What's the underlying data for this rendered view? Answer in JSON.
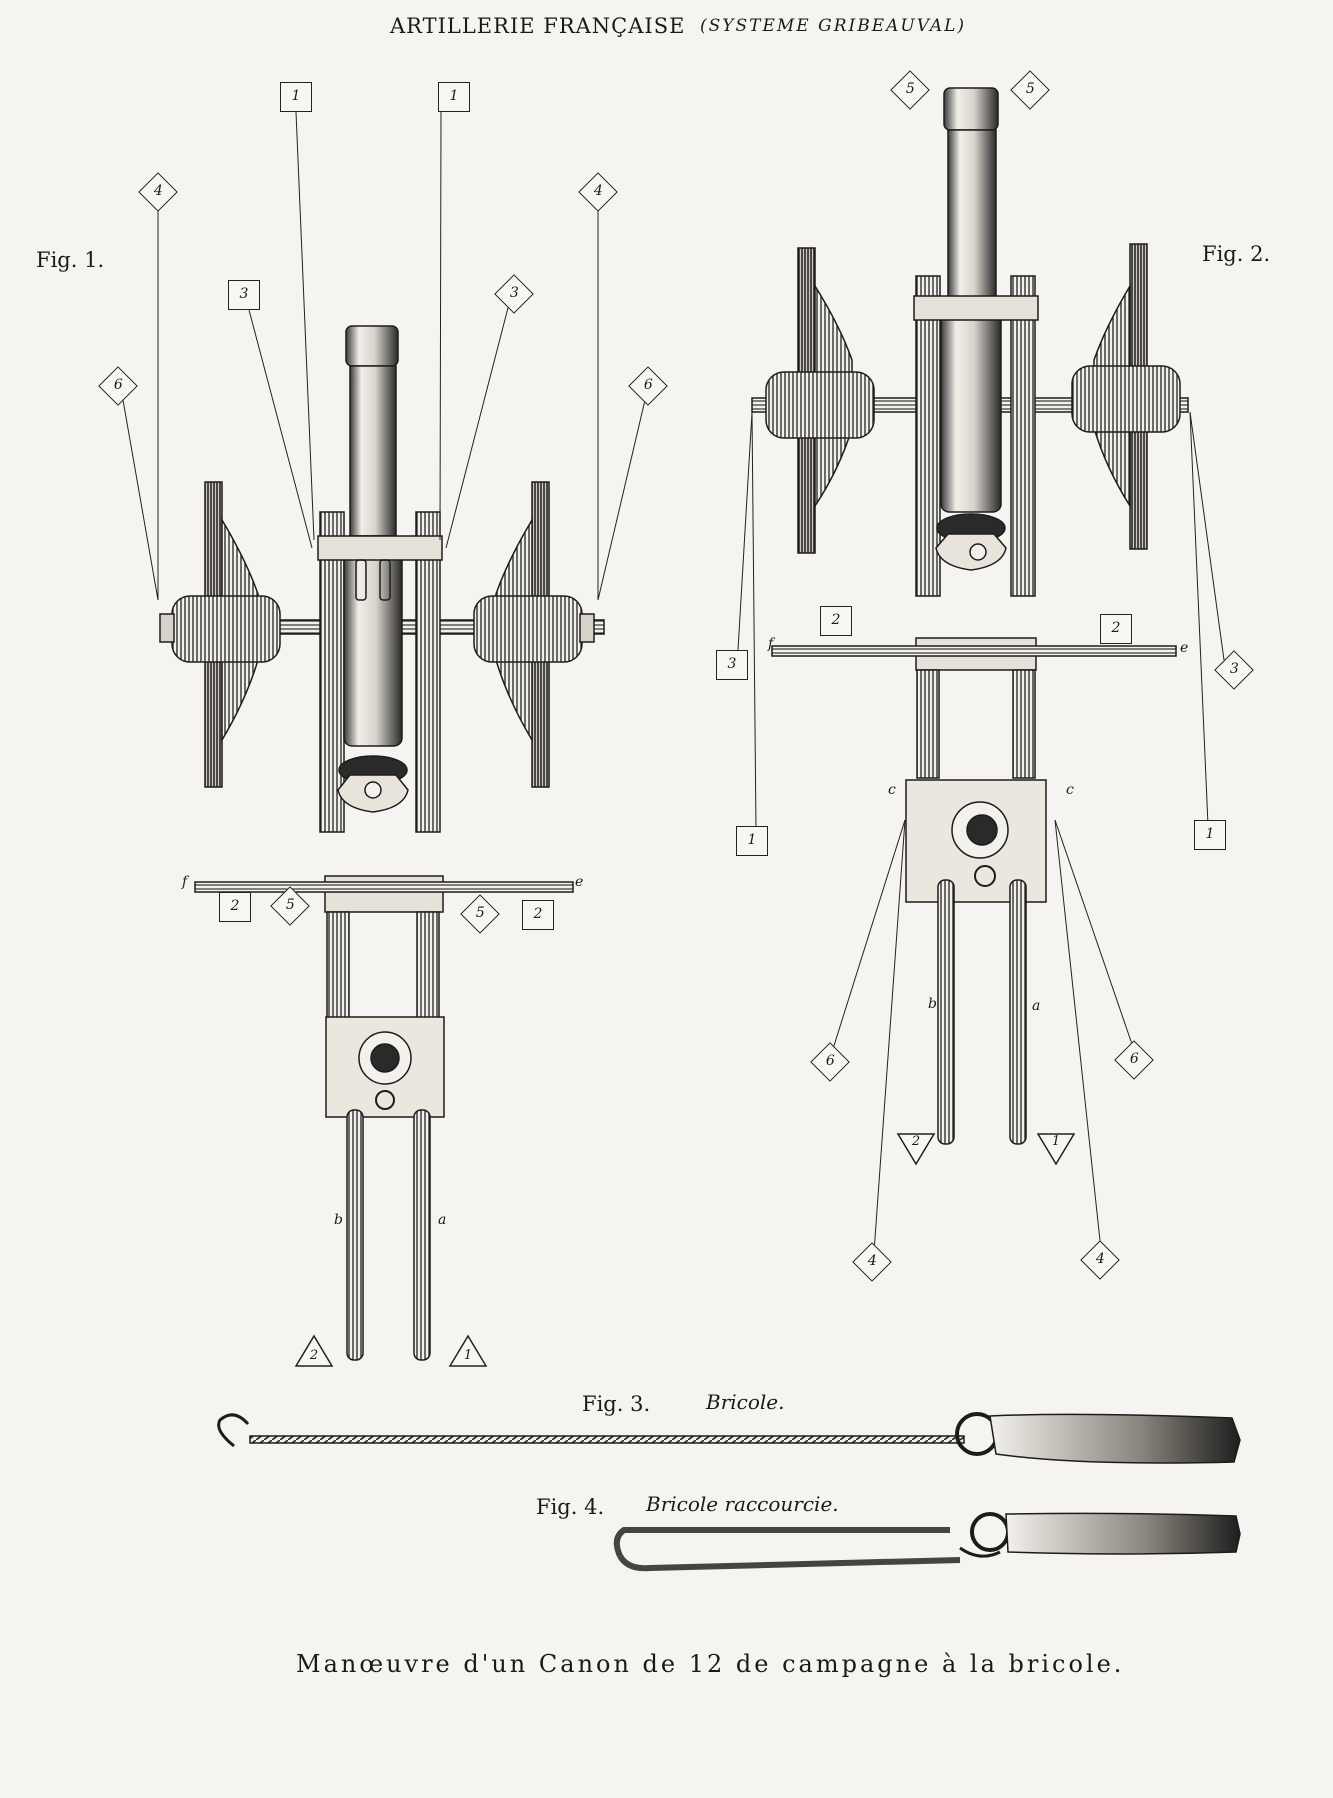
{
  "header": {
    "title": "ARTILLERIE FRANÇAISE",
    "subtitle": "(SYSTEME GRIBEAUVAL)"
  },
  "figures": {
    "fig1": {
      "label": "Fig. 1."
    },
    "fig2": {
      "label": "Fig. 2."
    },
    "fig3": {
      "label": "Fig. 3.",
      "caption": "Bricole."
    },
    "fig4": {
      "label": "Fig. 4.",
      "caption": "Bricole raccourcie."
    }
  },
  "fig1_markers": {
    "sq_1_left": "1",
    "sq_1_right": "1",
    "dia_4_left": "4",
    "dia_4_right": "4",
    "sq_3_left": "3",
    "dia_3_right": "3",
    "dia_6_left": "6",
    "dia_6_right": "6",
    "sq_2_left": "2",
    "dia_5_left": "5",
    "dia_5_right": "5",
    "sq_2_right": "2",
    "tri_2": "2",
    "tri_1": "1",
    "letter_f": "f",
    "letter_e": "e",
    "letter_b": "b",
    "letter_a": "a"
  },
  "fig2_markers": {
    "dia_5_left": "5",
    "dia_5_right": "5",
    "sq_2_left": "2",
    "sq_2_right": "2",
    "sq_3_left": "3",
    "dia_3_right": "3",
    "sq_1_left": "1",
    "sq_1_right": "1",
    "dia_6_left": "6",
    "dia_6_right": "6",
    "tri_2": "2",
    "tri_1": "1",
    "dia_4_left": "4",
    "dia_4_right": "4",
    "letter_f": "f",
    "letter_e": "e",
    "letter_c_left": "c",
    "letter_c_right": "c",
    "letter_b": "b",
    "letter_a": "a"
  },
  "caption": "Manœuvre d'un Canon de 12 de campagne à la bricole."
}
